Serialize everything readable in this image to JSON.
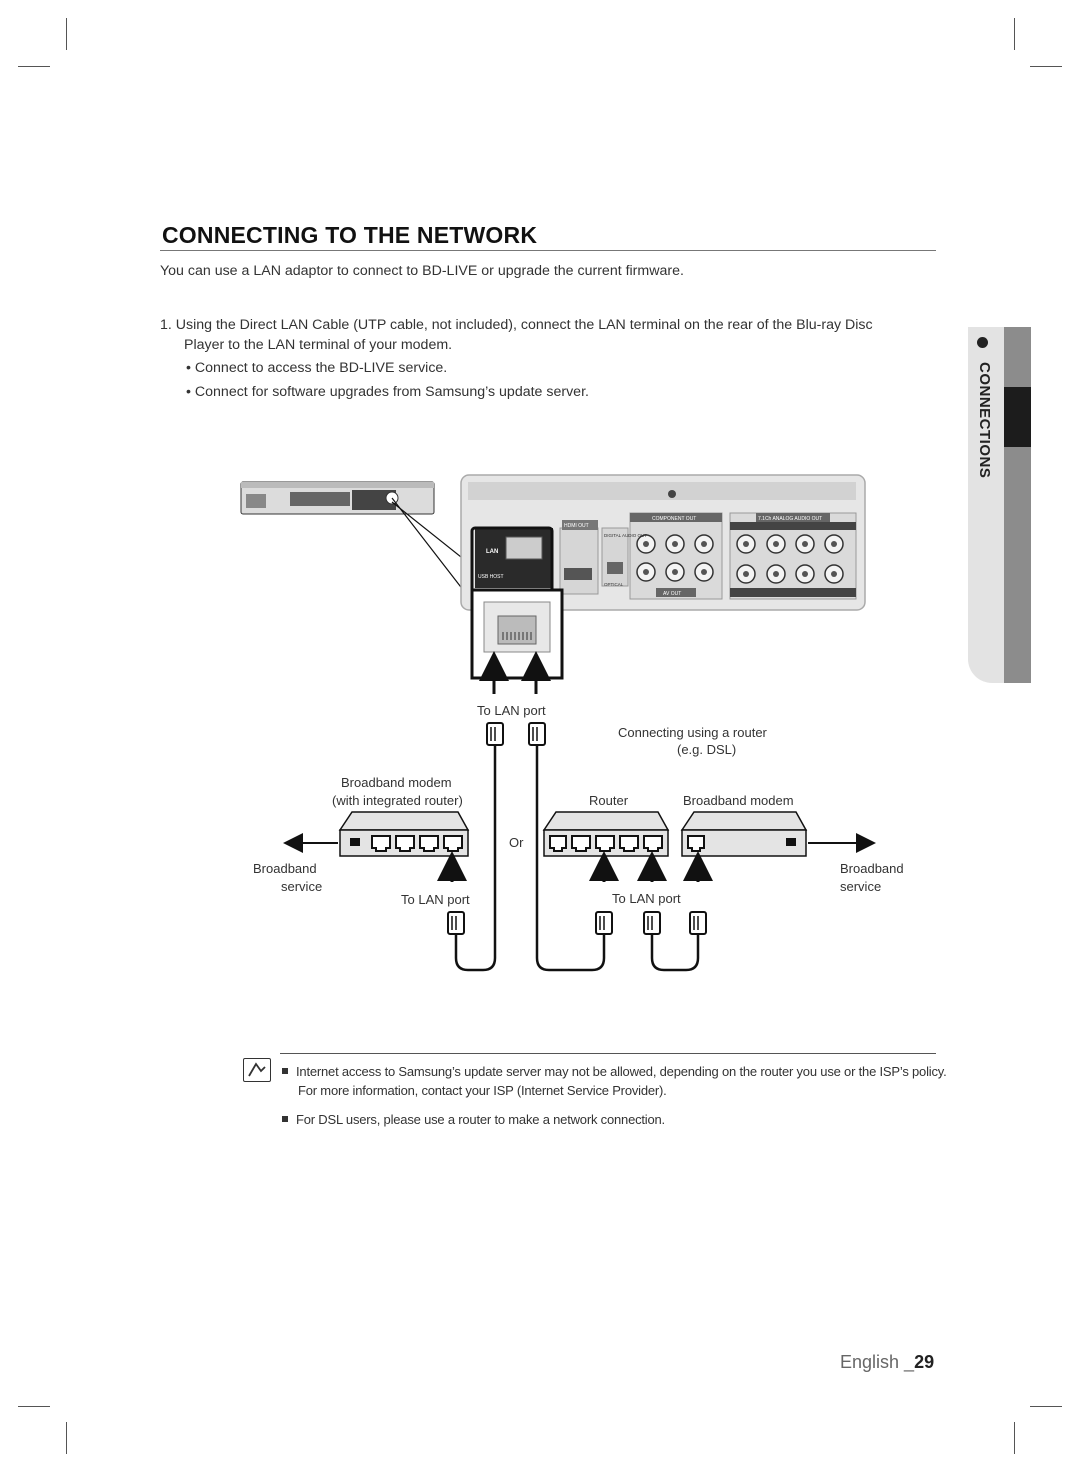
{
  "heading": "CONNECTING TO THE NETWORK",
  "intro": "You can use a LAN adaptor to connect to BD-LIVE or upgrade the current firmware.",
  "step": {
    "line1": "1.  Using the Direct LAN Cable (UTP cable, not included), connect the LAN terminal on the rear of the Blu-ray Disc",
    "line2": "Player to the LAN terminal of your modem.",
    "bullet1": "• Connect to access the BD-LIVE service.",
    "bullet2": "• Connect for software upgrades from Samsung’s update server."
  },
  "side_tab": "CONNECTIONS",
  "diagram": {
    "to_lan_port_top": "To LAN port",
    "router_heading_1": "Connecting using a router",
    "router_heading_2": "(e.g. DSL)",
    "modem_label_1": "Broadband modem",
    "modem_label_2": "(with integrated router)",
    "router_label": "Router",
    "modem_label_right": "Broadband modem",
    "or_label": "Or",
    "broadband_left_1": "Broadband",
    "broadband_left_2": "service",
    "broadband_right_1": "Broadband",
    "broadband_right_2": "service",
    "to_lan_port_left": "To LAN port",
    "to_lan_port_right": "To LAN port",
    "panel": {
      "lan": "LAN",
      "usb_host": "USB HOST",
      "hdmi_out": "HDMI OUT",
      "digital_audio_out": "DIGITAL AUDIO OUT",
      "optical": "OPTICAL",
      "component_out": "COMPONENT OUT",
      "analog_audio_out": "7.1Ch ANALOG AUDIO OUT",
      "av_out": "AV OUT"
    }
  },
  "notes": {
    "note1_line1": "Internet access to Samsung’s update server may not be allowed, depending on the router you use or the ISP’s policy.",
    "note1_line2": "For more information, contact your ISP (Internet Service Provider).",
    "note2": "For DSL users, please use a router to make a network connection."
  },
  "footer": {
    "language": "English _",
    "page": "29"
  }
}
